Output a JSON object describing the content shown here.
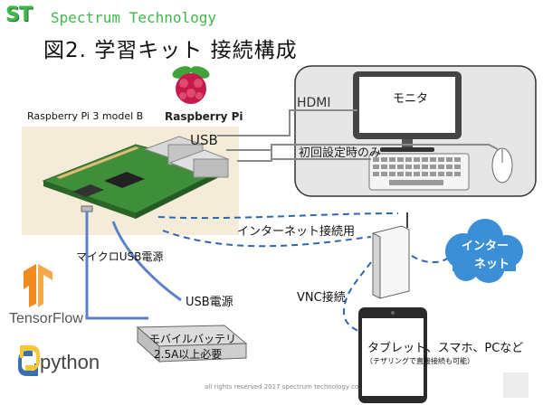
{
  "header": {
    "logo_mark": "ST",
    "company": "Spectrum Technology",
    "title": "図2. 学習キット 接続構成"
  },
  "nodes": {
    "raspberry_pi_label": "Raspberry Pi 3 model B",
    "raspberry_logo_text": "Raspberry Pi",
    "monitor": "モニタ",
    "cloud_line1": "インター",
    "cloud_line2": "ネット",
    "battery_line1": "モバイルバッテリ",
    "battery_line2": "2.5A以上必要",
    "tablet_line1": "タブレット、スマホ、PCなど",
    "tablet_line2": "（テザリングで直接接続も可能）"
  },
  "connections": {
    "hdmi": "HDMI",
    "usb": "USB",
    "first_setup_only": "初回設定時のみ",
    "internet_connection": "インターネット接続用",
    "micro_usb_power": "マイクロUSB電源",
    "usb_power": "USB電源",
    "vnc_connection": "VNC接続"
  },
  "logos": {
    "tensorflow": "TensorFlow",
    "python": "python"
  },
  "footer": {
    "copyright": "all rights reserved 2017 spectrum technology co."
  },
  "colors": {
    "brand_green": "#3fb84a",
    "cable_gray": "#8a8a8a",
    "power_blue": "#5b82c8",
    "wireless_blue": "#2f66b0",
    "cloud_blue": "#3b8fd6",
    "board_green": "#3f8f3a",
    "desk_gray": "#e6e6e6",
    "raspberry_red": "#c51a4a"
  }
}
